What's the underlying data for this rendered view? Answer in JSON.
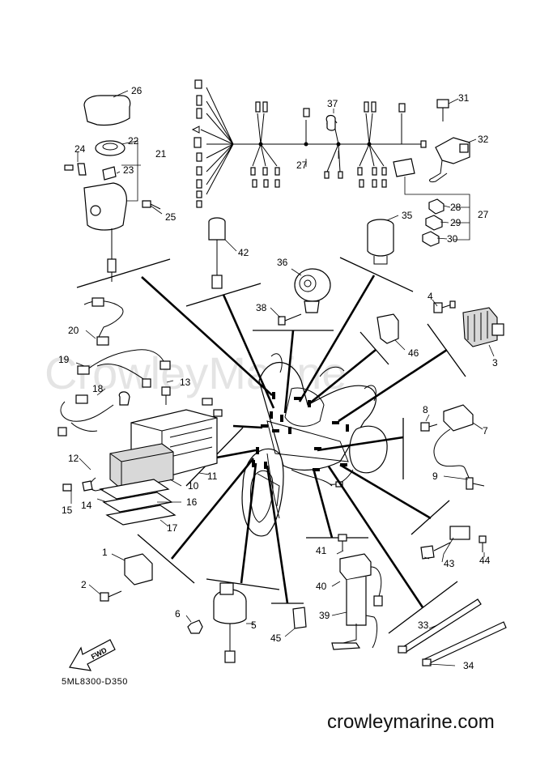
{
  "diagram_code": "5ML8300-D350",
  "website": "crowleymarine.com",
  "watermark": "CrowleyMarine",
  "forward_label": "FWD",
  "callouts": {
    "c1": "1",
    "c2": "2",
    "c3": "3",
    "c4": "4",
    "c5": "5",
    "c6": "6",
    "c7": "7",
    "c8": "8",
    "c9": "9",
    "c10": "10",
    "c11": "11",
    "c12": "12",
    "c13": "13",
    "c14": "14",
    "c15": "15",
    "c16": "16",
    "c17": "17",
    "c18": "18",
    "c19": "19",
    "c20": "20",
    "c21": "21",
    "c22": "22",
    "c23": "23",
    "c24": "24",
    "c25": "25",
    "c26": "26",
    "c27": "27",
    "c27b": "27",
    "c28": "28",
    "c29": "29",
    "c30": "30",
    "c31": "31",
    "c32": "32",
    "c33": "33",
    "c34": "34",
    "c35": "35",
    "c36": "36",
    "c37": "37",
    "c38": "38",
    "c39": "39",
    "c40": "40",
    "c41": "41",
    "c42": "42",
    "c43": "43",
    "c44": "44",
    "c45": "45",
    "c46": "46"
  }
}
